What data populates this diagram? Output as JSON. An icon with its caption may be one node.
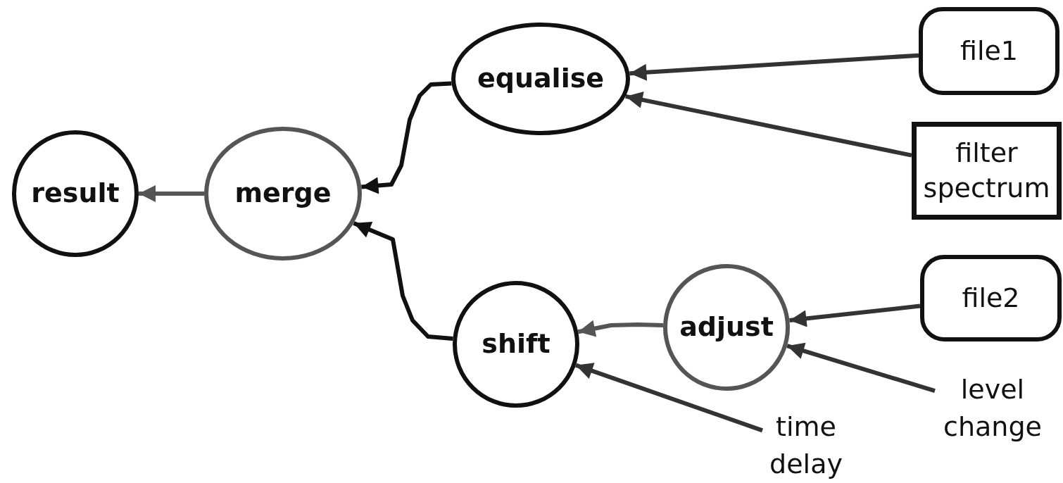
{
  "diagram": {
    "nodes": [
      {
        "text": [
          "result"
        ]
      },
      {
        "text": [
          "merge"
        ]
      },
      {
        "text": [
          "equalise"
        ]
      },
      {
        "text": [
          "file1"
        ]
      },
      {
        "text": [
          "filter spectrum"
        ]
      },
      {
        "text": [
          "shift"
        ]
      },
      {
        "text": [
          "adjust"
        ]
      },
      {
        "text": [
          "file2"
        ]
      },
      {
        "text": [
          "level change"
        ]
      },
      {
        "text": [
          "time delay"
        ]
      }
    ],
    "edges": [
      {
        "from": 1,
        "to": 0,
        "arrow": "to",
        "color": "#555555"
      },
      {
        "from": 2,
        "to": 1,
        "arrow": "to",
        "color": "#111111"
      },
      {
        "from": 5,
        "to": 1,
        "arrow": "to",
        "color": "#111111"
      },
      {
        "from": 3,
        "to": 2,
        "arrow": "to"
      },
      {
        "from": 4,
        "to": 2,
        "arrow": "to"
      },
      {
        "from": 6,
        "to": 5,
        "arrow": "to",
        "color": "#555555"
      },
      {
        "from": 7,
        "to": 6,
        "arrow": "to"
      },
      {
        "from": 8,
        "to": 6,
        "arrow": "to"
      },
      {
        "from": 9,
        "to": 5,
        "arrow": "to"
      }
    ]
  }
}
